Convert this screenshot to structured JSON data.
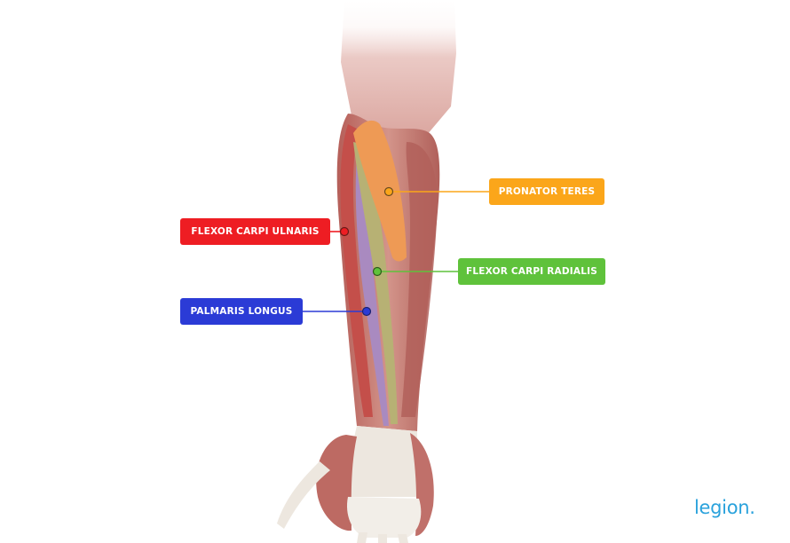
{
  "labels": {
    "pronator_teres": {
      "text": "PRONATOR TERES",
      "color": "#FBA61A"
    },
    "flexor_carpi_ulnaris": {
      "text": "FLEXOR CARPI ULNARIS",
      "color": "#EE1D23"
    },
    "flexor_carpi_radialis": {
      "text": "FLEXOR CARPI RADIALIS",
      "color": "#5FC23B"
    },
    "palmaris_longus": {
      "text": "PALMARIS LONGUS",
      "color": "#2B3BD6"
    }
  },
  "logo": {
    "text": "legion",
    "dot": ".",
    "color": "#2AA2DC"
  },
  "colors": {
    "muscle": "#C97A72",
    "muscle_dark": "#A8514C",
    "tendon": "#EDE7DF",
    "bone": "#F2EEE8"
  }
}
